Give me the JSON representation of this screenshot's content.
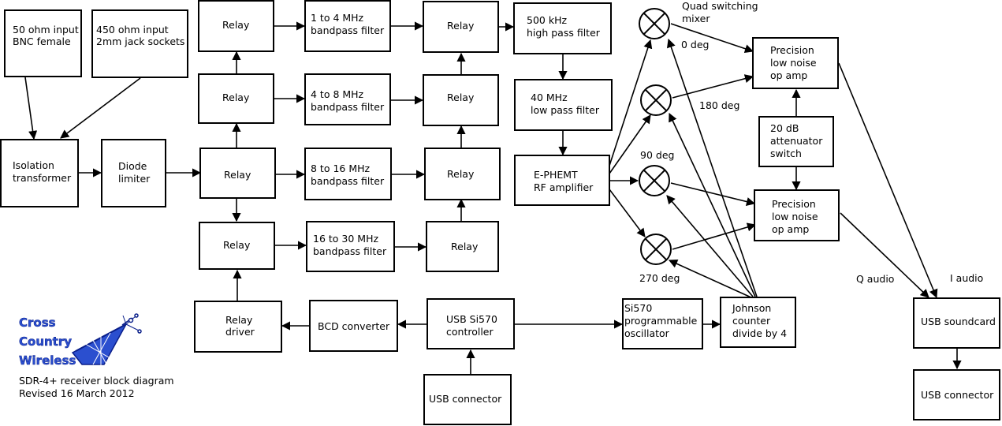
{
  "blocks": {
    "input_50": [
      "50 ohm input",
      "BNC female"
    ],
    "input_450": [
      "450 ohm input",
      "2mm jack sockets"
    ],
    "isolation": [
      "Isolation",
      "transformer"
    ],
    "diode": [
      "Diode",
      "limiter"
    ],
    "relay_in_1": [
      "Relay"
    ],
    "relay_in_2": [
      "Relay"
    ],
    "relay_in_3": [
      "Relay"
    ],
    "relay_in_4": [
      "Relay"
    ],
    "bpf_1": [
      "1 to 4 MHz",
      "bandpass filter"
    ],
    "bpf_2": [
      "4 to 8 MHz",
      "bandpass filter"
    ],
    "bpf_3": [
      "8 to 16 MHz",
      "bandpass filter"
    ],
    "bpf_4": [
      "16 to 30 MHz",
      "bandpass filter"
    ],
    "relay_out_1": [
      "Relay"
    ],
    "relay_out_2": [
      "Relay"
    ],
    "relay_out_3": [
      "Relay"
    ],
    "relay_out_4": [
      "Relay"
    ],
    "hpf": [
      "500 kHz",
      "high pass filter"
    ],
    "lpf": [
      "40 MHz",
      "low pass filter"
    ],
    "rf_amp": [
      "E-PHEMT",
      "RF amplifier"
    ],
    "opamp_top": [
      "Precision",
      "low noise",
      "op amp"
    ],
    "attenuator": [
      "20 dB",
      "attenuator",
      "switch"
    ],
    "opamp_bottom": [
      "Precision",
      "low noise",
      "op amp"
    ],
    "relay_driver": [
      "Relay",
      "driver"
    ],
    "bcd": [
      "BCD converter"
    ],
    "si570_ctrl": [
      "USB Si570",
      "controller"
    ],
    "usb_conn_left": [
      "USB connector"
    ],
    "si570_osc": [
      "Si570",
      "programmable",
      "oscillator"
    ],
    "johnson": [
      "Johnson",
      "counter",
      "divide by 4"
    ],
    "soundcard": [
      "USB soundcard"
    ],
    "usb_conn_right": [
      "USB connector"
    ]
  },
  "labels": {
    "mixer_title": [
      "Quad switching",
      "mixer"
    ],
    "deg0": "0 deg",
    "deg180": "180 deg",
    "deg90": "90 deg",
    "deg270": "270 deg",
    "q_audio": "Q audio",
    "i_audio": "I audio"
  },
  "logo": {
    "lines": [
      "Cross",
      "Country",
      "Wireless"
    ],
    "color": "#2b4fcf"
  },
  "caption": {
    "line1": "SDR-4+ receiver block diagram",
    "line2": "Revised 16 March 2012"
  }
}
